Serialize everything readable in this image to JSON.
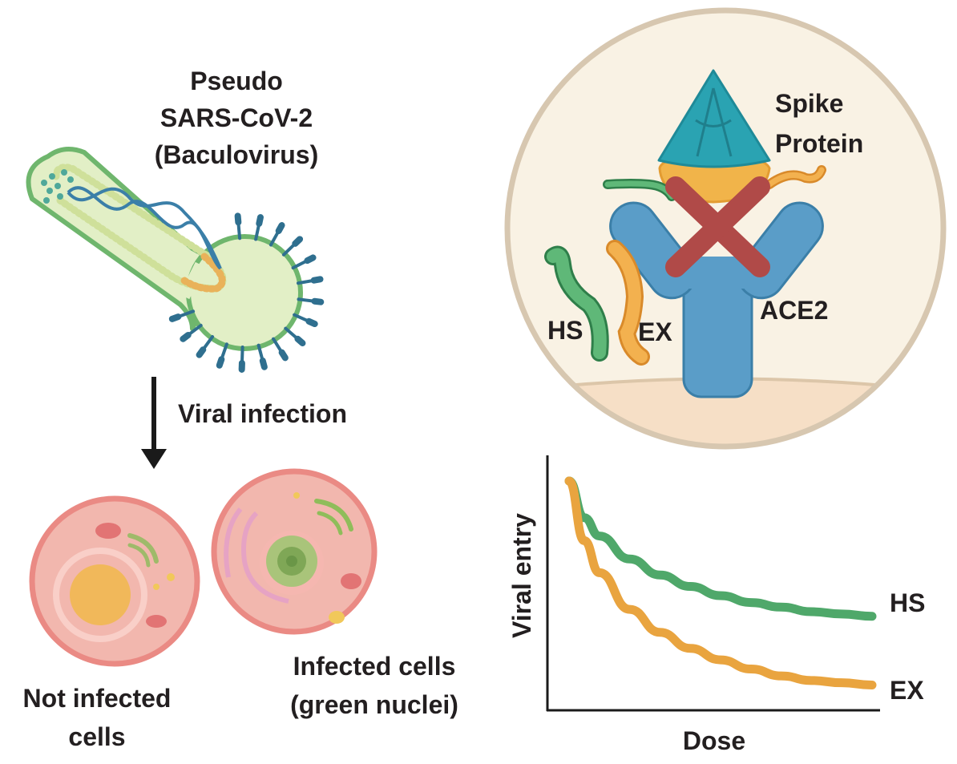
{
  "virus": {
    "title_line1": "Pseudo",
    "title_line2": "SARS-CoV-2",
    "title_line3": "(Baculovirus)"
  },
  "infection": {
    "arrow_label": "Viral infection"
  },
  "cells": {
    "not_infected_line1": "Not infected",
    "not_infected_line2": "cells",
    "infected_line1": "Infected cells",
    "infected_line2": "(green nuclei)"
  },
  "inset": {
    "spike_line1": "Spike",
    "spike_line2": "Protein",
    "receptor": "ACE2",
    "hs": "HS",
    "ex": "EX"
  },
  "chart_data": {
    "type": "line",
    "xlabel": "Dose",
    "ylabel": "Viral entry",
    "x": [
      0,
      0.05,
      0.1,
      0.2,
      0.3,
      0.4,
      0.5,
      0.6,
      0.7,
      0.8,
      0.9,
      1.0
    ],
    "series": [
      {
        "name": "HS",
        "values": [
          1.0,
          0.84,
          0.76,
          0.66,
          0.59,
          0.54,
          0.5,
          0.47,
          0.45,
          0.43,
          0.42,
          0.41
        ]
      },
      {
        "name": "EX",
        "values": [
          1.0,
          0.74,
          0.6,
          0.44,
          0.34,
          0.27,
          0.22,
          0.18,
          0.15,
          0.13,
          0.12,
          0.11
        ]
      }
    ],
    "grid": false,
    "legend": "inline-right"
  },
  "colors": {
    "hs": "#4fa86a",
    "ex": "#e9a43f",
    "ace2": "#5a9dc8",
    "spike": "#2aa3b2",
    "cross": "#b04a48",
    "cell": "#f2b7ae",
    "axis": "#1a1a1a"
  }
}
